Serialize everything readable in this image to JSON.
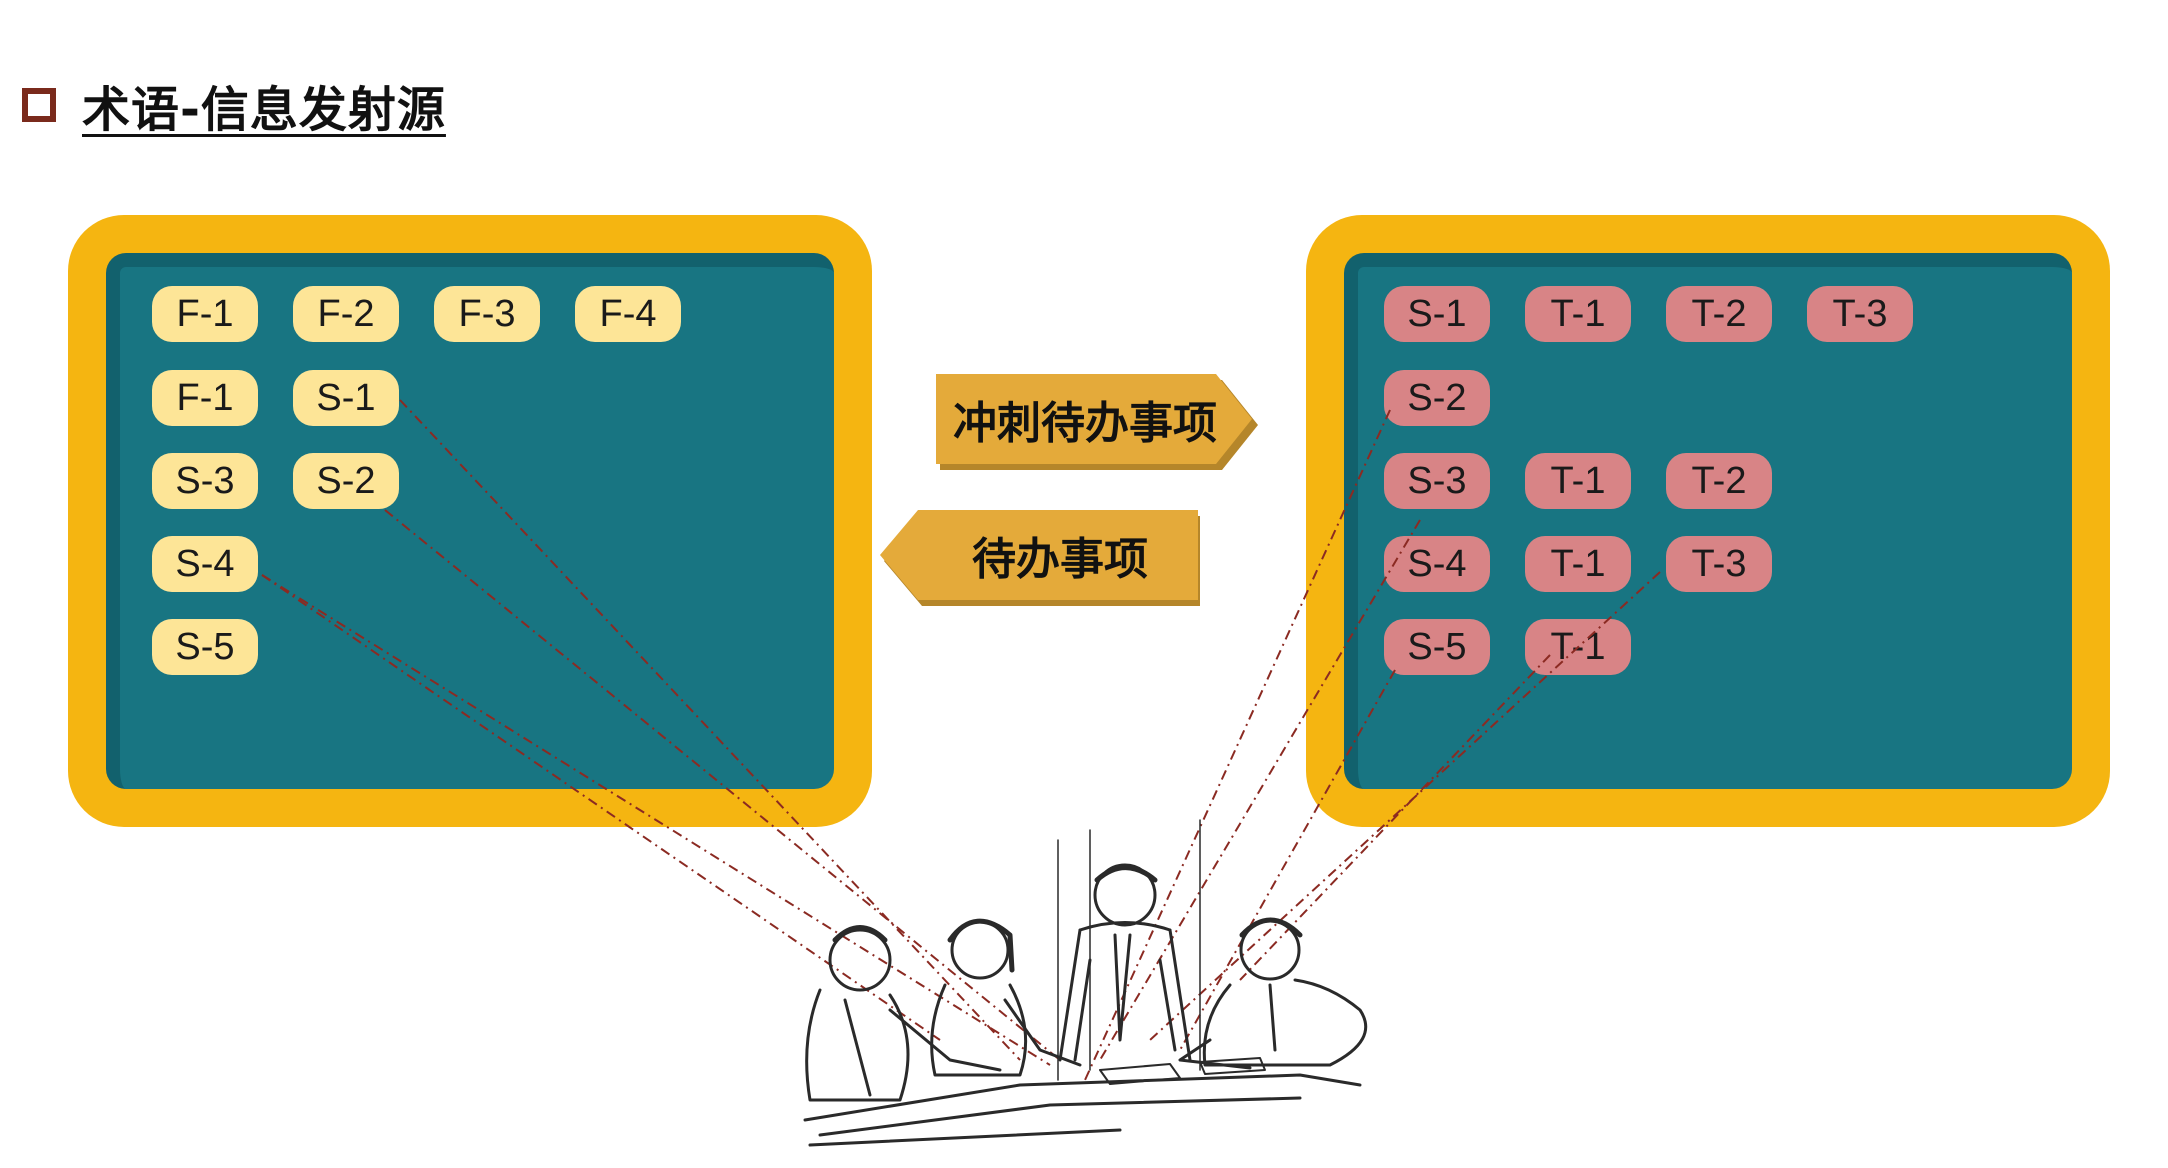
{
  "title": "术语-信息发射源",
  "left_board": {
    "rows": [
      [
        "F-1",
        "F-2",
        "F-3",
        "F-4"
      ],
      [
        "F-1",
        "S-1"
      ],
      [
        "S-3",
        "S-2"
      ],
      [
        "S-4"
      ],
      [
        "S-5"
      ]
    ]
  },
  "right_board": {
    "rows": [
      [
        "S-1",
        "T-1",
        "T-2",
        "T-3"
      ],
      [
        "S-2"
      ],
      [
        "S-3",
        "T-1",
        "T-2"
      ],
      [
        "S-4",
        "T-1",
        "T-3"
      ],
      [
        "S-5",
        "T-1"
      ]
    ]
  },
  "arrows": {
    "right_label": "冲刺待办事项",
    "left_label": "待办事项"
  },
  "colors": {
    "frame": "#f5b511",
    "board": "#187582",
    "chip_yellow": "#fde597",
    "chip_pink": "#d88486",
    "arrow": "#e4aa3a",
    "line": "#8b2a22"
  },
  "illustration": "team-meeting-sketch"
}
